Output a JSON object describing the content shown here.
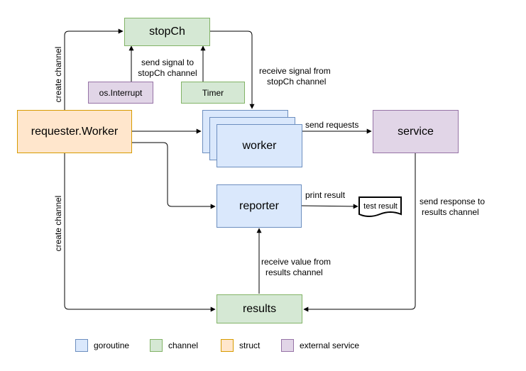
{
  "nodes": {
    "stopch": "stopCh",
    "os_interrupt": "os.Interrupt",
    "timer": "Timer",
    "requester_worker": "requester.Worker",
    "worker": "worker",
    "service": "service",
    "reporter": "reporter",
    "test_result": "test result",
    "results": "results"
  },
  "edges": {
    "create_channel_top": "create channel",
    "create_channel_bottom": "create channel",
    "send_signal": [
      "send signal to",
      "stopCh channel"
    ],
    "receive_signal": [
      "receive signal from",
      "stopCh channel"
    ],
    "send_requests": "send requests",
    "print_result": "print result",
    "send_response": [
      "send response to",
      "results channel"
    ],
    "receive_value": [
      "receive value from",
      "results channel"
    ]
  },
  "legend": [
    {
      "label": "goroutine",
      "color": "#dae8fc",
      "border": "#6c8ebf"
    },
    {
      "label": "channel",
      "color": "#d5e8d4",
      "border": "#82b366"
    },
    {
      "label": "struct",
      "color": "#ffe6cc",
      "border": "#d79b00"
    },
    {
      "label": "external service",
      "color": "#e1d5e7",
      "border": "#9673a6"
    }
  ]
}
